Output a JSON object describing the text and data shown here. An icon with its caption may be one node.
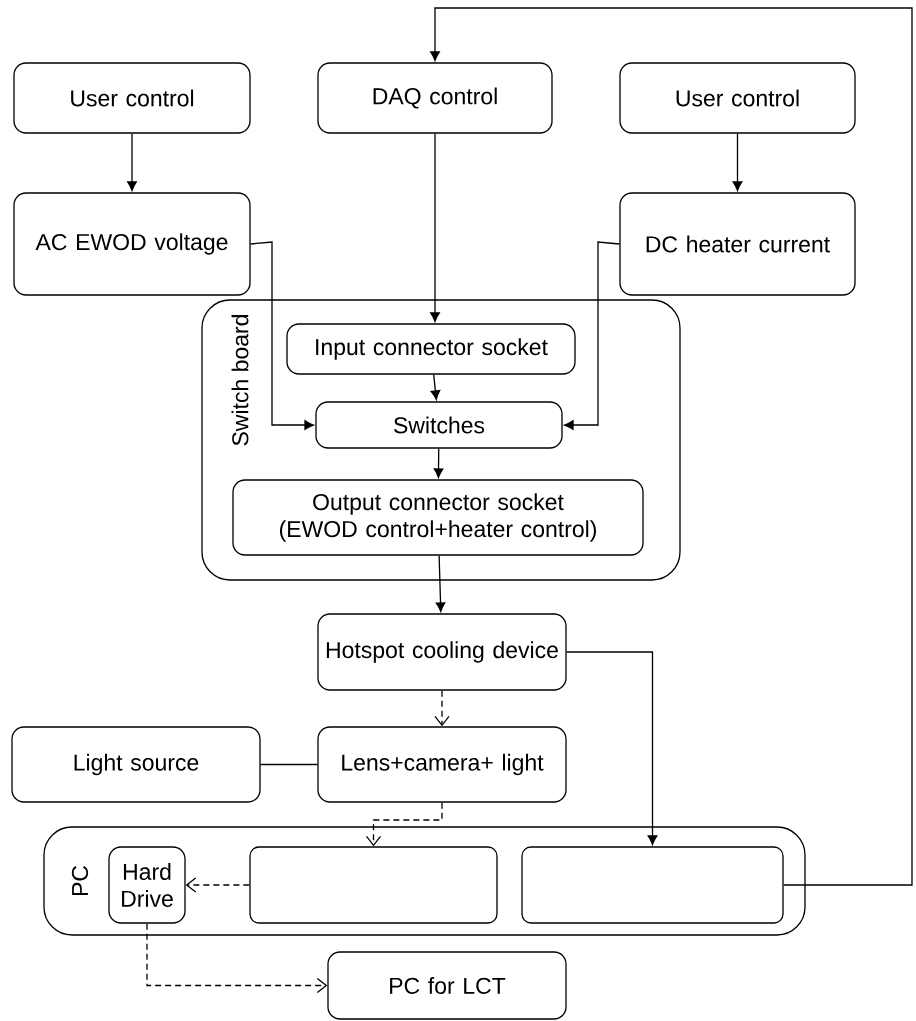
{
  "diagram": {
    "nodes": [
      {
        "text": [
          "User control"
        ]
      },
      {
        "text": [
          "DAQ control"
        ]
      },
      {
        "text": [
          "User control"
        ]
      },
      {
        "text": [
          "AC EWOD voltage"
        ]
      },
      {
        "text": [
          "DC heater current"
        ]
      },
      {
        "text": [
          "Switch board"
        ]
      },
      {
        "text": [
          "Input connector socket"
        ],
        "in": 5
      },
      {
        "text": [
          "Switches"
        ],
        "in": 5
      },
      {
        "text": [
          "Output connector socket (EWOD control+heater control)"
        ],
        "in": 5
      },
      {
        "text": [
          "Hotspot cooling device"
        ]
      },
      {
        "text": [
          "Light source"
        ]
      },
      {
        "text": [
          "Lens+camera+ light"
        ]
      },
      {
        "text": [
          "PC"
        ]
      },
      {
        "text": [
          "Hard Drive"
        ],
        "in": 12
      },
      {
        "text": [],
        "shape": "box",
        "in": 12
      },
      {
        "text": [],
        "shape": "box",
        "in": 12
      },
      {
        "text": [
          "PC for LCT"
        ]
      }
    ],
    "edges": [
      {
        "from": 0,
        "to": 3,
        "arrow": "to"
      },
      {
        "from": 1,
        "to": 6,
        "arrow": "to"
      },
      {
        "from": 2,
        "to": 4,
        "arrow": "to"
      },
      {
        "from": 3,
        "to": 7,
        "arrow": "to"
      },
      {
        "from": 4,
        "to": 7,
        "arrow": "to"
      },
      {
        "from": 6,
        "to": 7,
        "arrow": "to"
      },
      {
        "from": 7,
        "to": 8,
        "arrow": "to"
      },
      {
        "from": 8,
        "to": 9,
        "arrow": "to"
      },
      {
        "from": 9,
        "to": 11,
        "arrow": "to",
        "style": "dashed"
      },
      {
        "from": 10,
        "to": 11,
        "arrow": "none"
      },
      {
        "from": 11,
        "to": 14,
        "arrow": "to",
        "style": "dashed"
      },
      {
        "from": 14,
        "to": 13,
        "arrow": "to",
        "style": "dashed"
      },
      {
        "from": 13,
        "to": 16,
        "arrow": "to",
        "style": "dashed"
      },
      {
        "from": 9,
        "to": 15,
        "arrow": "to"
      },
      {
        "from": 15,
        "to": 1,
        "arrow": "to"
      }
    ]
  }
}
